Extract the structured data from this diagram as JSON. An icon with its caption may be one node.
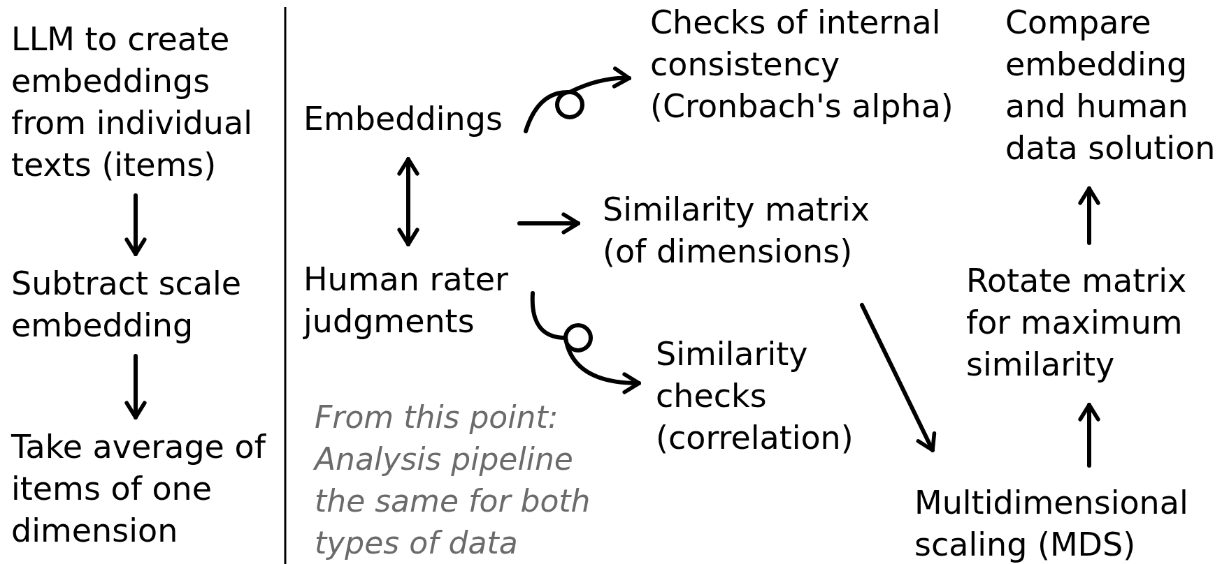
{
  "diagram": {
    "nodes": [
      {
        "text": [
          "LLM to create embeddings from individual texts (items)"
        ]
      },
      {
        "text": [
          "Subtract scale embedding"
        ]
      },
      {
        "text": [
          "Take average of items of one dimension"
        ]
      },
      {
        "text": [
          "Embeddings"
        ]
      },
      {
        "text": [
          "Human rater judgments"
        ]
      },
      {
        "text": [
          "Checks of internal consistency (Cronbach's alpha)"
        ]
      },
      {
        "text": [
          "Similarity matrix (of dimensions)"
        ]
      },
      {
        "text": [
          "Similarity checks (correlation)"
        ]
      },
      {
        "text": [
          "Multidimensional scaling (MDS)"
        ]
      },
      {
        "text": [
          "Rotate matrix for maximum similarity"
        ]
      },
      {
        "text": [
          "Compare embedding and human data solution"
        ]
      }
    ],
    "edges": [
      {
        "from": 0,
        "to": 1,
        "arrow": "to"
      },
      {
        "from": 1,
        "to": 2,
        "arrow": "to"
      },
      {
        "from": 3,
        "to": 4,
        "arrow": "both"
      },
      {
        "from": 3,
        "to": 5,
        "arrow": "to"
      },
      {
        "from": null,
        "to": 6,
        "arrow": "to"
      },
      {
        "from": 4,
        "to": 7,
        "arrow": "to"
      },
      {
        "from": 6,
        "to": 8,
        "arrow": "to"
      },
      {
        "from": 8,
        "to": 9,
        "arrow": "to"
      },
      {
        "from": 9,
        "to": 10,
        "arrow": "to"
      }
    ],
    "labels": [
      "From this point: Analysis pipeline the same for both types of data"
    ]
  }
}
